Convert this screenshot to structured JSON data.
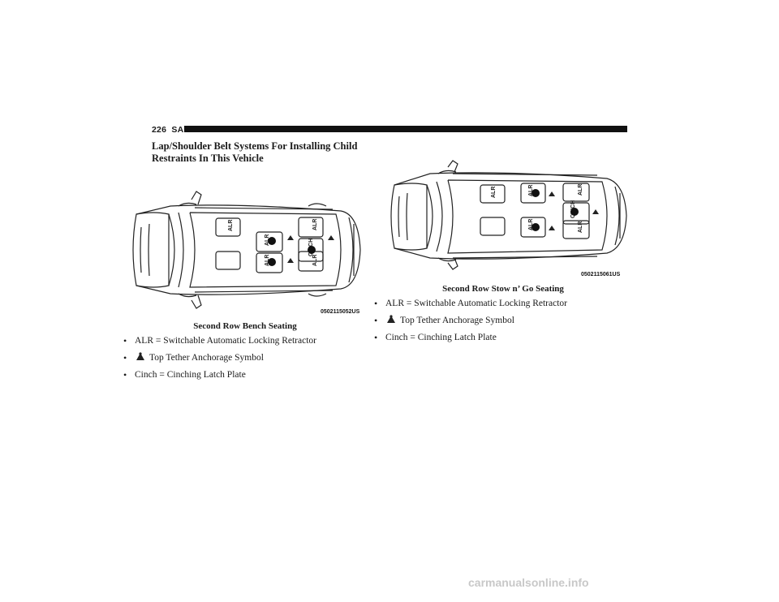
{
  "header": {
    "page_number": "226",
    "section": "SAFETY"
  },
  "heading": "Lap/Shoulder Belt Systems For Installing Child Restraints In This Vehicle",
  "figure_left": {
    "code": "0502115052US",
    "caption": "Second Row Bench Seating",
    "seat_labels": [
      "ALR",
      "ALR",
      "ALR",
      "CINCH",
      "ALR",
      "ALR"
    ]
  },
  "figure_right": {
    "code": "0502115061US",
    "caption": "Second Row Stow n’ Go Seating",
    "seat_labels": [
      "ALR",
      "ALR",
      "ALR",
      "CINCH",
      "ALR",
      "ALR"
    ]
  },
  "bullets_left": [
    {
      "text": "ALR = Switchable Automatic Locking Retractor",
      "icon": ""
    },
    {
      "text": "Top Tether Anchorage Symbol",
      "icon": "tether-anchor-icon"
    },
    {
      "text": "Cinch = Cinching Latch Plate",
      "icon": ""
    }
  ],
  "bullets_right": [
    {
      "text": "ALR = Switchable Automatic Locking Retractor",
      "icon": ""
    },
    {
      "text": "Top Tether Anchorage Symbol",
      "icon": "tether-anchor-icon"
    },
    {
      "text": "Cinch = Cinching Latch Plate",
      "icon": ""
    }
  ],
  "bullet_glyph": "•",
  "watermark": "carmanualsonline.info"
}
